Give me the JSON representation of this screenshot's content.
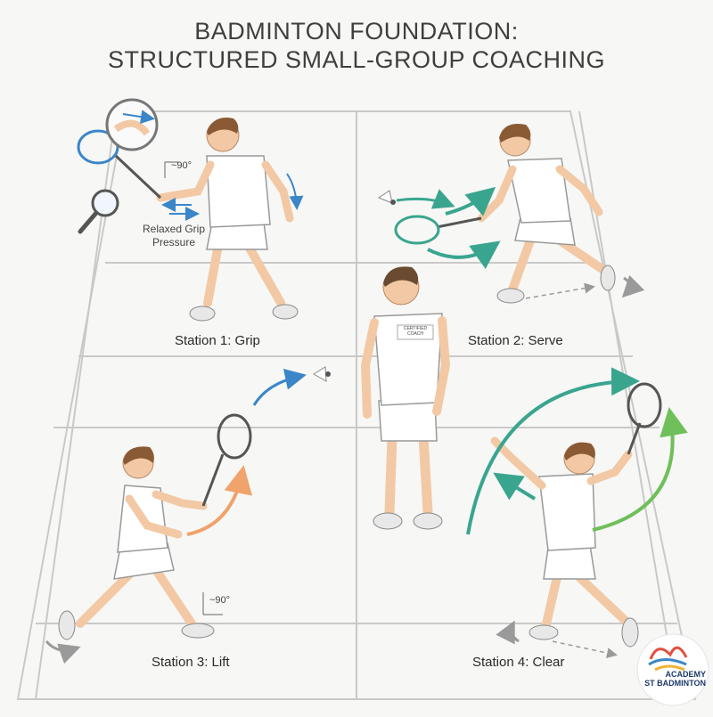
{
  "header": {
    "title_line1": "BADMINTON FOUNDATION:",
    "title_line2": "STRUCTURED SMALL-GROUP COACHING"
  },
  "stations": [
    {
      "label": "Station 1: Grip"
    },
    {
      "label": "Station 2: Serve"
    },
    {
      "label": "Station 3: Lift"
    },
    {
      "label": "Station 4: Clear"
    }
  ],
  "annotations": {
    "grip_pressure_line1": "Relaxed Grip",
    "grip_pressure_line2": "Pressure",
    "angle_grip": "~90°",
    "angle_lift": "~90°",
    "coach_badge_line1": "CERTIFIED",
    "coach_badge_line2": "COACH"
  },
  "logo": {
    "line1": "ACADEMY",
    "line2": "ST BADMINTON"
  },
  "colors": {
    "court_line": "#c9c9c9",
    "teal_arrow": "#3aa58f",
    "blue_arrow": "#3a86c8",
    "orange_arrow": "#f0a36b",
    "green_arrow": "#6fbf5a",
    "skin": "#f2c9a4",
    "hair": "#8a5a35",
    "shirt": "#ffffff"
  }
}
